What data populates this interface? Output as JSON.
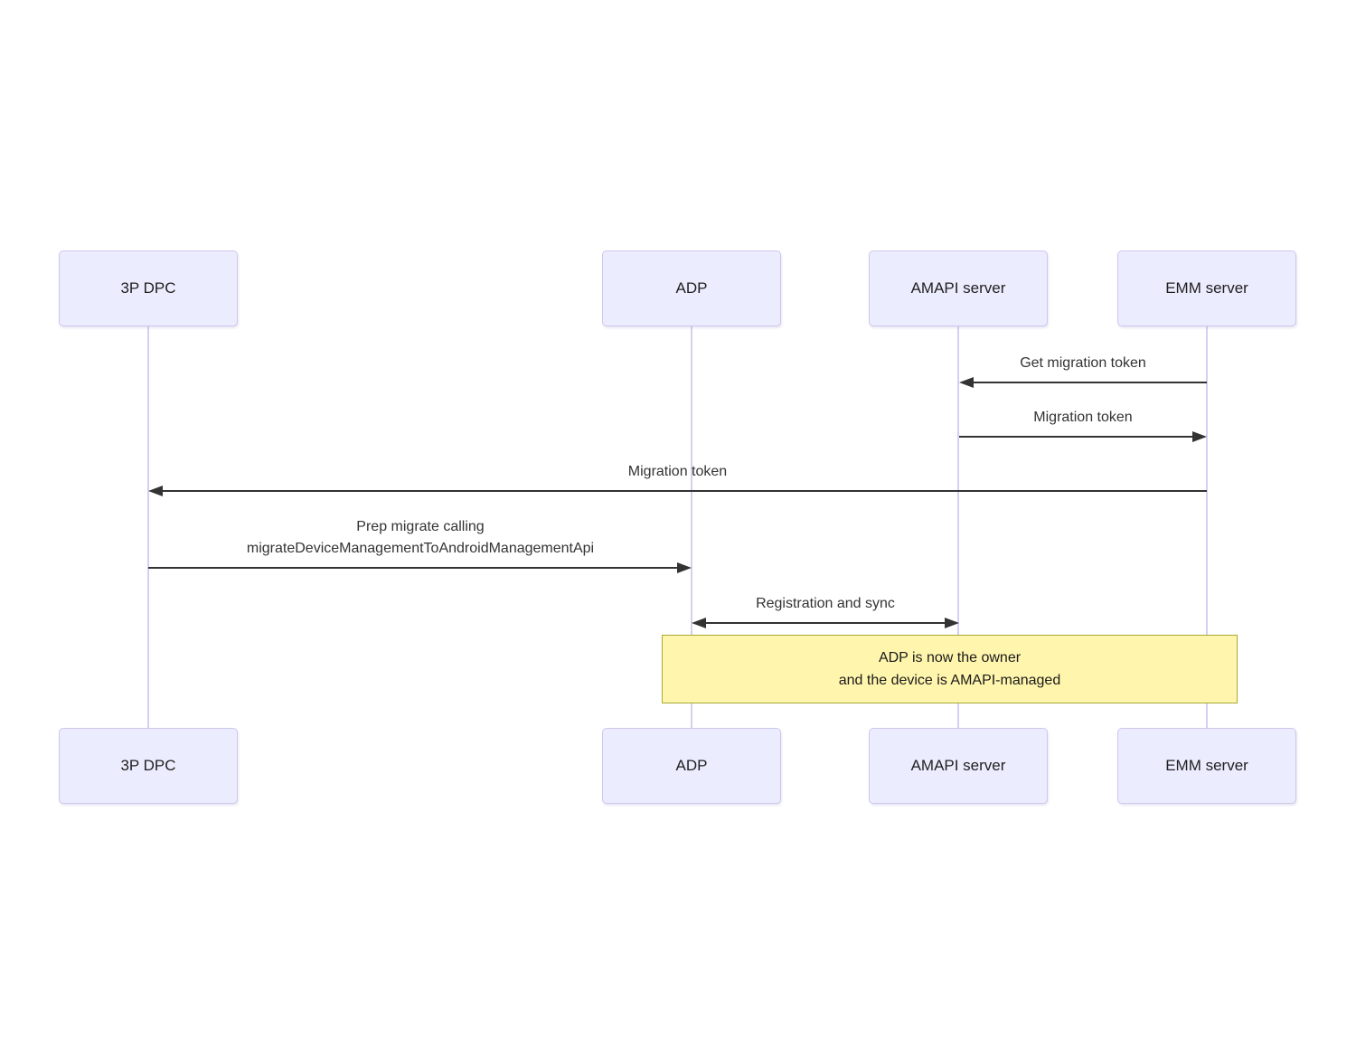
{
  "diagram": {
    "type": "sequence-diagram",
    "actors": {
      "dpc": {
        "label": "3P DPC"
      },
      "adp": {
        "label": "ADP"
      },
      "amapi": {
        "label": "AMAPI server"
      },
      "emm": {
        "label": "EMM server"
      }
    },
    "messages": {
      "get_migration_token": {
        "label": "Get migration token",
        "from": "EMM server",
        "to": "AMAPI server",
        "arrow": "solid"
      },
      "migration_token_response": {
        "label": "Migration token",
        "from": "AMAPI server",
        "to": "EMM server",
        "arrow": "solid"
      },
      "migration_token_forward": {
        "label": "Migration token",
        "from": "EMM server",
        "to": "3P DPC",
        "arrow": "solid"
      },
      "prep_migrate": {
        "line1": "Prep migrate calling",
        "line2": "migrateDeviceManagementToAndroidManagementApi",
        "from": "3P DPC",
        "to": "ADP",
        "arrow": "solid"
      },
      "registration_and_sync": {
        "label": "Registration and sync",
        "from": "ADP",
        "to": "AMAPI server",
        "arrow": "solid-bidirectional"
      }
    },
    "note": {
      "line1": "ADP is now the owner",
      "line2": "and the device is AMAPI-managed",
      "over": "ADP, AMAPI server, EMM server"
    },
    "colors": {
      "actor_fill": "#ECECFF",
      "actor_border": "#CFC6EC",
      "lifeline": "#D6CFF3",
      "arrow": "#333333",
      "message_text": "#333333",
      "note_fill": "#FFF5AD",
      "note_border": "#AAAA33",
      "background": "#FFFFFF"
    }
  }
}
